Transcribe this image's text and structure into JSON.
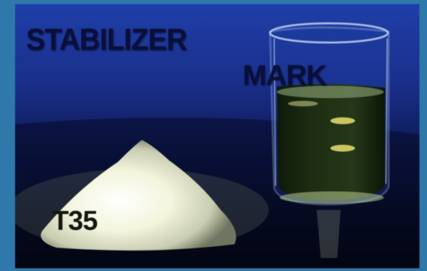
{
  "image": {
    "labels": {
      "stabilizer": "STABILIZER",
      "mark": "MARK",
      "powder": "T35"
    },
    "colors": {
      "border": "#2f78aa",
      "backdrop_top": "#1f3fa8",
      "backdrop_bottom": "#050818",
      "powder": "#f4f6e0",
      "liquid": "#1a2a10"
    }
  }
}
